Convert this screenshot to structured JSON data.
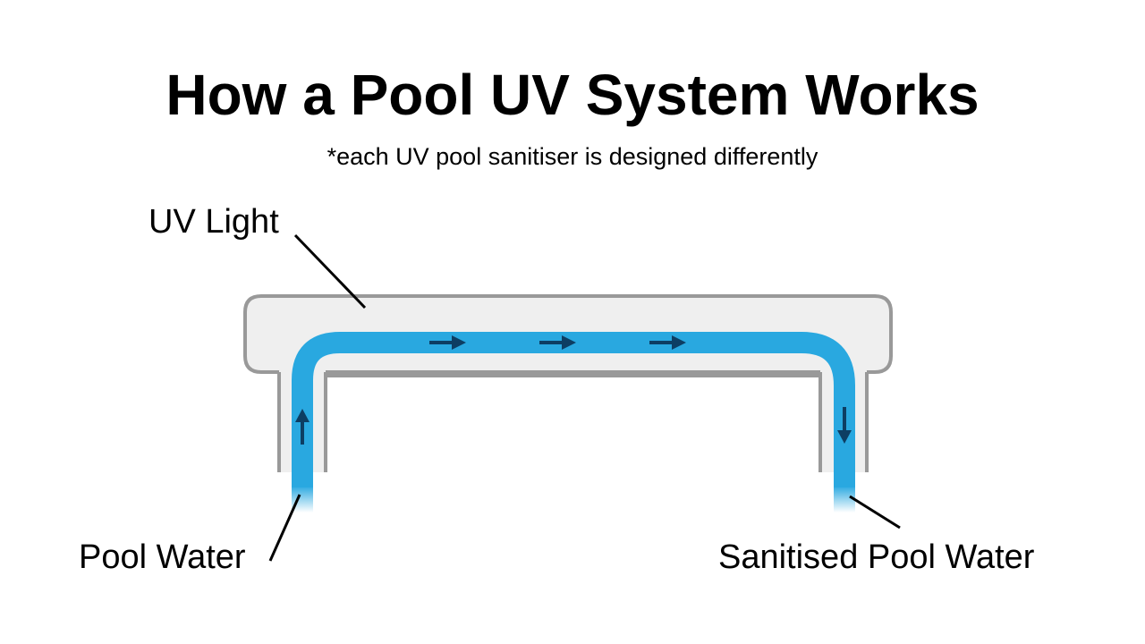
{
  "title": "How a Pool UV System Works",
  "subtitle": "*each UV pool sanitiser is designed differently",
  "labels": {
    "uv_light": "UV Light",
    "pool_water": "Pool Water",
    "sanitised_pool_water": "Sanitised Pool Water"
  },
  "colors": {
    "water": "#29a8e0",
    "uv_light": "#ff00ff",
    "housing_fill": "#efefef",
    "housing_stroke": "#999999",
    "arrow": "#0d3e63"
  }
}
